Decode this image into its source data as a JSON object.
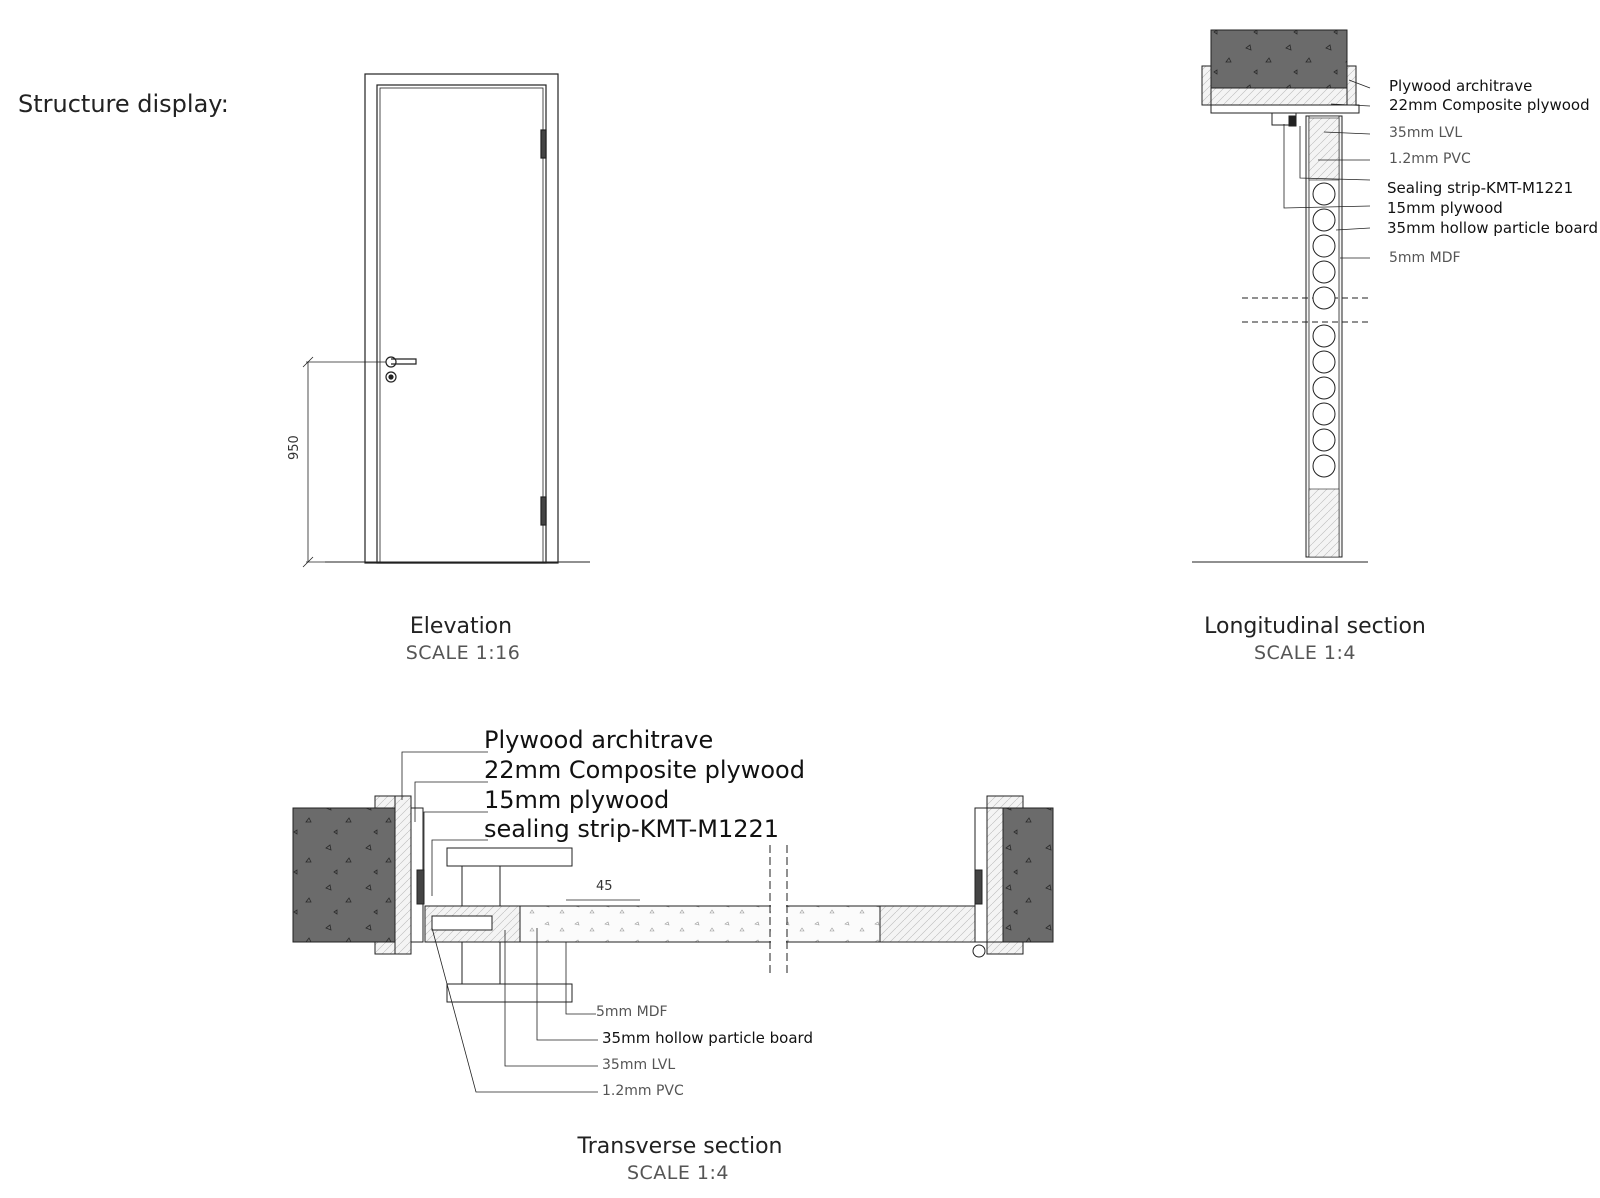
{
  "heading": "Structure display:",
  "elevation": {
    "title": "Elevation",
    "scale": "SCALE 1:16",
    "dimension": "950"
  },
  "longitudinal": {
    "title": "Longitudinal section",
    "scale": "SCALE 1:4",
    "labels": [
      "Plywood architrave",
      "22mm Composite plywood",
      "35mm LVL",
      "1.2mm PVC",
      "Sealing strip-KMT-M1221",
      "15mm plywood",
      "35mm hollow particle board",
      "5mm MDF"
    ]
  },
  "transverse": {
    "title": "Transverse section",
    "scale": "SCALE 1:4",
    "dimension": "45",
    "labels_top": [
      "Plywood architrave",
      "22mm Composite plywood",
      "15mm plywood",
      "sealing strip-KMT-M1221"
    ],
    "labels_bottom": [
      "5mm MDF",
      "35mm hollow particle board",
      "35mm LVL",
      "1.2mm PVC"
    ]
  }
}
